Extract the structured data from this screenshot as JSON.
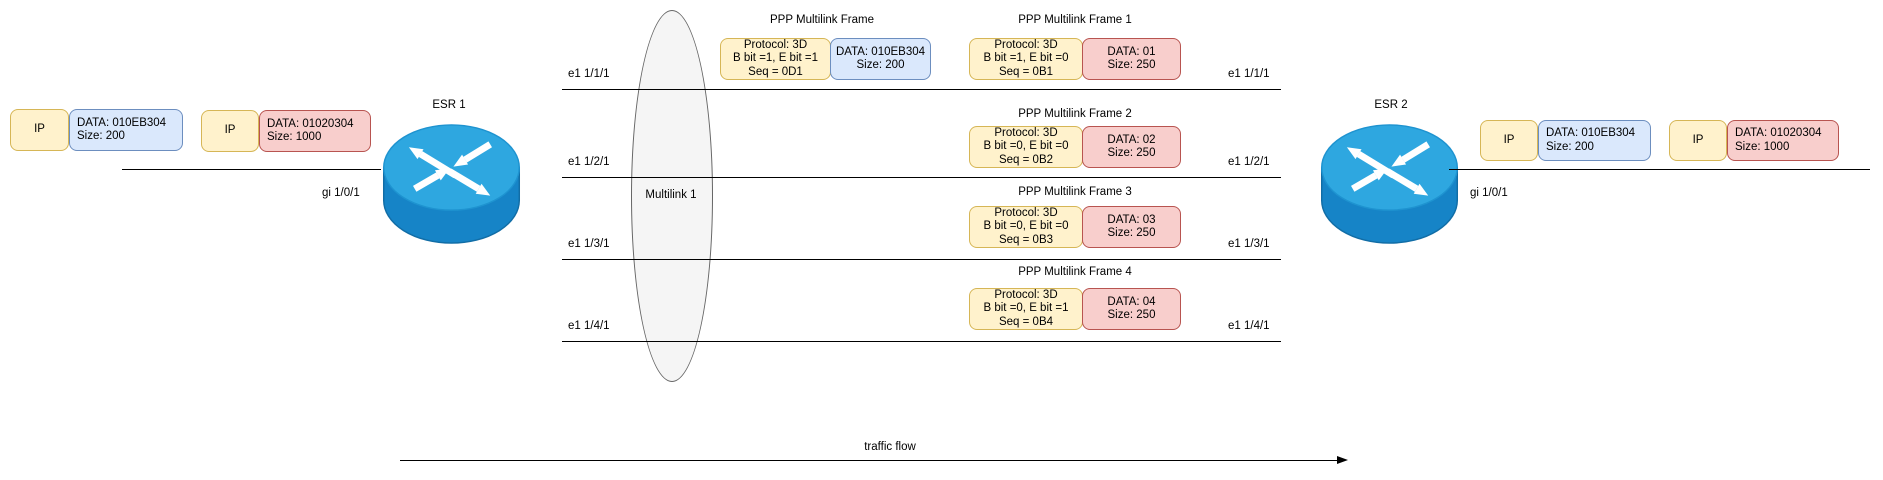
{
  "packets": {
    "left": [
      {
        "header": "IP",
        "line1": "DATA: 010EB304",
        "line2": "Size: 200"
      },
      {
        "header": "IP",
        "line1": "DATA: 01020304",
        "line2": "Size: 1000"
      }
    ],
    "right": [
      {
        "header": "IP",
        "line1": "DATA: 010EB304",
        "line2": "Size: 200"
      },
      {
        "header": "IP",
        "line1": "DATA: 01020304",
        "line2": "Size: 1000"
      }
    ]
  },
  "routers": {
    "left": {
      "name": "ESR 1",
      "interface": "gi 1/0/1"
    },
    "right": {
      "name": "ESR 2",
      "interface": "gi 1/0/1"
    }
  },
  "bundle": {
    "label": "Multilink 1"
  },
  "links": {
    "left_labels": [
      "e1 1/1/1",
      "e1 1/2/1",
      "e1 1/3/1",
      "e1 1/4/1"
    ],
    "right_labels": [
      "e1 1/1/1",
      "e1 1/2/1",
      "e1 1/3/1",
      "e1 1/4/1"
    ]
  },
  "ingress_frame": {
    "title": "PPP Multilink Frame",
    "protocol": {
      "line1": "Protocol: 3D",
      "line2": "B bit =1, E bit =1",
      "line3": "Seq = 0D1"
    },
    "data": {
      "line1": "DATA: 010EB304",
      "line2": "Size: 200"
    }
  },
  "fragment_frames": [
    {
      "title": "PPP Multilink Frame 1",
      "protocol": {
        "line1": "Protocol: 3D",
        "line2": "B bit =1, E bit =0",
        "line3": "Seq = 0B1"
      },
      "data": {
        "line1": "DATA: 01",
        "line2": "Size: 250"
      }
    },
    {
      "title": "PPP Multilink Frame 2",
      "protocol": {
        "line1": "Protocol: 3D",
        "line2": "B bit =0, E bit =0",
        "line3": "Seq = 0B2"
      },
      "data": {
        "line1": "DATA: 02",
        "line2": "Size: 250"
      }
    },
    {
      "title": "PPP Multilink Frame 3",
      "protocol": {
        "line1": "Protocol: 3D",
        "line2": "B bit =0, E bit =0",
        "line3": "Seq = 0B3"
      },
      "data": {
        "line1": "DATA: 03",
        "line2": "Size: 250"
      }
    },
    {
      "title": "PPP Multilink Frame 4",
      "protocol": {
        "line1": "Protocol: 3D",
        "line2": "B bit =0, E bit =1",
        "line3": "Seq = 0B4"
      },
      "data": {
        "line1": "DATA: 04",
        "line2": "Size: 250"
      }
    }
  ],
  "traffic_flow": {
    "label": "traffic flow"
  },
  "colors": {
    "yellow_fill": "#FFF2CC",
    "yellow_border": "#D6B656",
    "blue_fill": "#DAE8FC",
    "blue_border": "#6C8EBF",
    "red_fill": "#F8CECC",
    "red_border": "#B85450",
    "ellipse_fill": "#F5F5F5",
    "router_top": "#2EA7E0",
    "router_body": "#1684C7",
    "line": "#000000"
  }
}
